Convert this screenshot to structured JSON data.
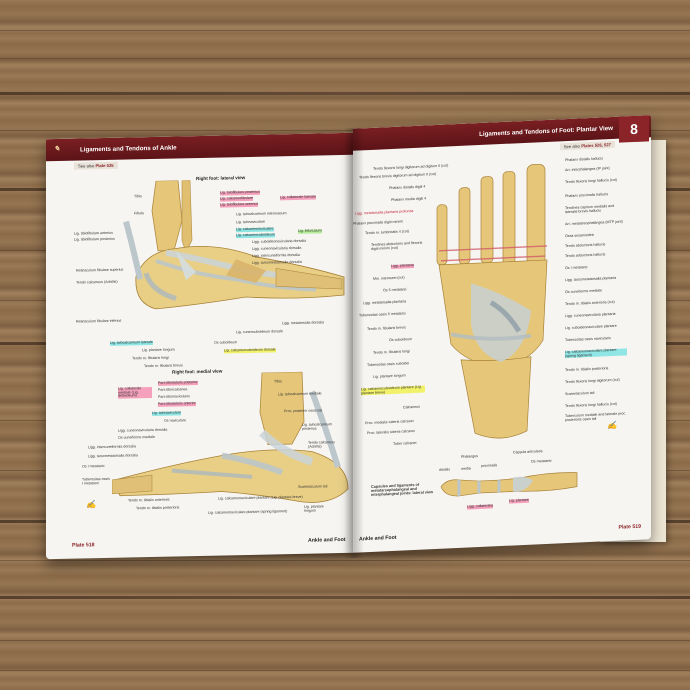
{
  "left_page": {
    "header_title": "Ligaments and Tendons of Ankle",
    "see_also_prefix": "See also",
    "see_also_plates": "Plate 535",
    "lateral_title": "Right foot: lateral view",
    "medial_title": "Right foot: medial view",
    "footer_plate": "Plate 518",
    "footer_section": "Ankle and Foot",
    "labels_lateral": [
      {
        "text": "Tibia",
        "hl": ""
      },
      {
        "text": "Fibula",
        "hl": ""
      },
      {
        "text": "Lig. tibiofibulare anterius",
        "hl": ""
      },
      {
        "text": "Lig. tibiofibulare posterius",
        "hl": ""
      },
      {
        "text": "Retinaculum fibulare superius",
        "hl": ""
      },
      {
        "text": "Tendo calcaneus (Achillis)",
        "hl": ""
      },
      {
        "text": "Retinaculum fibulare inferius",
        "hl": ""
      },
      {
        "text": "Lig. talocalcaneum laterale",
        "hl": "cyan"
      },
      {
        "text": "Lig. plantare longum",
        "hl": ""
      },
      {
        "text": "Tendo m. fibularis longi",
        "hl": ""
      },
      {
        "text": "Tendo m. fibularis brevis",
        "hl": ""
      },
      {
        "text": "Lig. talofibulare posterius",
        "hl": "pink"
      },
      {
        "text": "Lig. calcaneofibulare",
        "hl": "pink"
      },
      {
        "text": "Lig. talofibulare anterius",
        "hl": "pink"
      },
      {
        "text": "Lig. collaterale laterale",
        "hl": "pink"
      },
      {
        "text": "Lig. talocalcaneum interosseum",
        "hl": ""
      },
      {
        "text": "Lig. talonaviculare",
        "hl": ""
      },
      {
        "text": "Lig. calcaneonaviculare",
        "hl": "cyan"
      },
      {
        "text": "Lig. calcaneocuboideum",
        "hl": "cyan"
      },
      {
        "text": "Lig. bifurcatum",
        "hl": "green"
      },
      {
        "text": "Ligg. cuboideonavicularia dorsalia",
        "hl": ""
      },
      {
        "text": "Ligg. cuneonavicularia dorsalia",
        "hl": ""
      },
      {
        "text": "Ligg. intercuneiformia dorsalia",
        "hl": ""
      },
      {
        "text": "Ligg. tarsometatarsalia dorsalia",
        "hl": ""
      },
      {
        "text": "Ligg. metatarsalia dorsalia",
        "hl": ""
      },
      {
        "text": "Lig. cuneocuboideum dorsale",
        "hl": ""
      },
      {
        "text": "Os cuboideum",
        "hl": ""
      },
      {
        "text": "Lig. calcaneocuboideum dorsale",
        "hl": "yellow"
      }
    ],
    "labels_medial": [
      {
        "text": "Lig. collaterale mediale (Lig. deltoideum)",
        "hl": "pink"
      },
      {
        "text": "Pars tibiotalaris posterior",
        "hl": "pink"
      },
      {
        "text": "Pars tibiocalcanea",
        "hl": ""
      },
      {
        "text": "Pars tibionavicularis",
        "hl": ""
      },
      {
        "text": "Pars tibiotalaris anterior",
        "hl": "pink"
      },
      {
        "text": "Lig. talonaviculare",
        "hl": "cyan"
      },
      {
        "text": "Os naviculare",
        "hl": ""
      },
      {
        "text": "Ligg. cuneonavicularia dorsalia",
        "hl": ""
      },
      {
        "text": "Os cuneiforme mediale",
        "hl": ""
      },
      {
        "text": "Ligg. intercuneiformia dorsalia",
        "hl": ""
      },
      {
        "text": "Ligg. tarsometatarsalia dorsalia",
        "hl": ""
      },
      {
        "text": "Os I metatarsi",
        "hl": ""
      },
      {
        "text": "Tuberositas ossis I metatarsi",
        "hl": ""
      },
      {
        "text": "Tendo m. tibialis anterioris",
        "hl": ""
      },
      {
        "text": "Tendo m. tibialis posterioris",
        "hl": ""
      },
      {
        "text": "Lig. calcaneonaviculare plantare (Lig. plantare breve)",
        "hl": ""
      },
      {
        "text": "Lig. calcaneonaviculare plantare (spring ligament)",
        "hl": ""
      },
      {
        "text": "Tibia",
        "hl": ""
      },
      {
        "text": "Lig. talocalcaneum mediale",
        "hl": ""
      },
      {
        "text": "Proc. posterior ossis tali",
        "hl": ""
      },
      {
        "text": "Lig. talocalcaneum posterius",
        "hl": ""
      },
      {
        "text": "Tendo calcaneus (Achillis)",
        "hl": ""
      },
      {
        "text": "Sustentaculum tali",
        "hl": ""
      },
      {
        "text": "Lig. plantare longum",
        "hl": ""
      }
    ]
  },
  "right_page": {
    "header_title": "Ligaments and Tendons of Foot: Plantar View",
    "chapter_number": "8",
    "see_also_prefix": "See also",
    "see_also_plates": "Plates 526, 527",
    "caption_title": "Capsules and ligaments of metatarsophalangeal and interphalangeal joints: lateral view",
    "footer_plate": "Plate 519",
    "footer_section": "Ankle and Foot",
    "labels_left": [
      {
        "text": "Tendo flexoris longi digitorum ad digitum II (cut)",
        "hl": ""
      },
      {
        "text": "Tendo flexoris brevis digitorum ad digitum II (cut)",
        "hl": ""
      },
      {
        "text": "Phalanx distalis digiti 4",
        "hl": ""
      },
      {
        "text": "Phalanx media digiti 4",
        "hl": ""
      },
      {
        "text": "Ligg. metatarsalia plantaria profunda",
        "hl": "red"
      },
      {
        "text": "Phalanx proximalis digiti minimi",
        "hl": ""
      },
      {
        "text": "Tendo m. lumbricalis 4 (cut)",
        "hl": ""
      },
      {
        "text": "Tendines abductoris and flexoris digiti minimi (cut)",
        "hl": ""
      },
      {
        "text": "Ligg. plantaria",
        "hl": "pink"
      },
      {
        "text": "Mm. interossei (cut)",
        "hl": ""
      },
      {
        "text": "Os 5 metatarsi",
        "hl": ""
      },
      {
        "text": "Ligg. metatarsalia plantaria",
        "hl": ""
      },
      {
        "text": "Tuberositas ossis 5 metatarsi",
        "hl": ""
      },
      {
        "text": "Tendo m. fibularis brevis",
        "hl": ""
      },
      {
        "text": "Os cuboideum",
        "hl": ""
      },
      {
        "text": "Tendo m. fibularis longi",
        "hl": ""
      },
      {
        "text": "Tuberositas ossis cuboidei",
        "hl": ""
      },
      {
        "text": "Lig. plantare longum",
        "hl": ""
      },
      {
        "text": "Lig. calcaneocuboideum plantare (Lig. plantare breve)",
        "hl": "yellow"
      },
      {
        "text": "Calcaneus",
        "hl": ""
      },
      {
        "text": "Proc. medialis tuberis calcanei",
        "hl": ""
      },
      {
        "text": "Proc. lateralis tuberis calcanei",
        "hl": ""
      },
      {
        "text": "Tuber calcanei",
        "hl": ""
      }
    ],
    "labels_right": [
      {
        "text": "Phalanx distalis hallucis",
        "hl": ""
      },
      {
        "text": "Art. interphalangea (IP joint)",
        "hl": ""
      },
      {
        "text": "Tendo flexoris longi hallucis (cut)",
        "hl": ""
      },
      {
        "text": "Phalanx proximalis hallucis",
        "hl": ""
      },
      {
        "text": "Tendines capitum medialis and lateralis brevis hallucis",
        "hl": ""
      },
      {
        "text": "Art. metatarsophalangea (MTP joint)",
        "hl": ""
      },
      {
        "text": "Ossa sesamoidea",
        "hl": ""
      },
      {
        "text": "Tendo abductoris hallucis",
        "hl": ""
      },
      {
        "text": "Tendo adductoris hallucis",
        "hl": ""
      },
      {
        "text": "Os I metatarsi",
        "hl": ""
      },
      {
        "text": "Ligg. tarsometatarsalia plantaria",
        "hl": ""
      },
      {
        "text": "Os cuneiforme mediale",
        "hl": ""
      },
      {
        "text": "Tendo m. tibialis anterioris (cut)",
        "hl": ""
      },
      {
        "text": "Ligg. cuneonavicularia plantaria",
        "hl": ""
      },
      {
        "text": "Lig. cuboideonaviculare plantare",
        "hl": ""
      },
      {
        "text": "Tuberositas ossis navicularis",
        "hl": ""
      },
      {
        "text": "Lig. calcaneonaviculare plantare (spring ligament)",
        "hl": "cyan"
      },
      {
        "text": "Tendo m. tibialis posterioris",
        "hl": ""
      },
      {
        "text": "Tendo flexoris longi digitorum (cut)",
        "hl": ""
      },
      {
        "text": "Sustentaculum tali",
        "hl": ""
      },
      {
        "text": "Tendo flexoris longi hallucis (cut)",
        "hl": ""
      },
      {
        "text": "Tuberculum mediale and laterale proc. posterioris ossis tali",
        "hl": ""
      }
    ],
    "labels_caption": [
      {
        "text": "Phalanges",
        "hl": ""
      },
      {
        "text": "distalis",
        "hl": ""
      },
      {
        "text": "media",
        "hl": ""
      },
      {
        "text": "proximalis",
        "hl": ""
      },
      {
        "text": "Capsula articularis",
        "hl": ""
      },
      {
        "text": "Os metatarsi",
        "hl": ""
      },
      {
        "text": "Ligg. collateralia",
        "hl": "pink"
      },
      {
        "text": "Lig. plantare",
        "hl": "pink"
      }
    ]
  }
}
